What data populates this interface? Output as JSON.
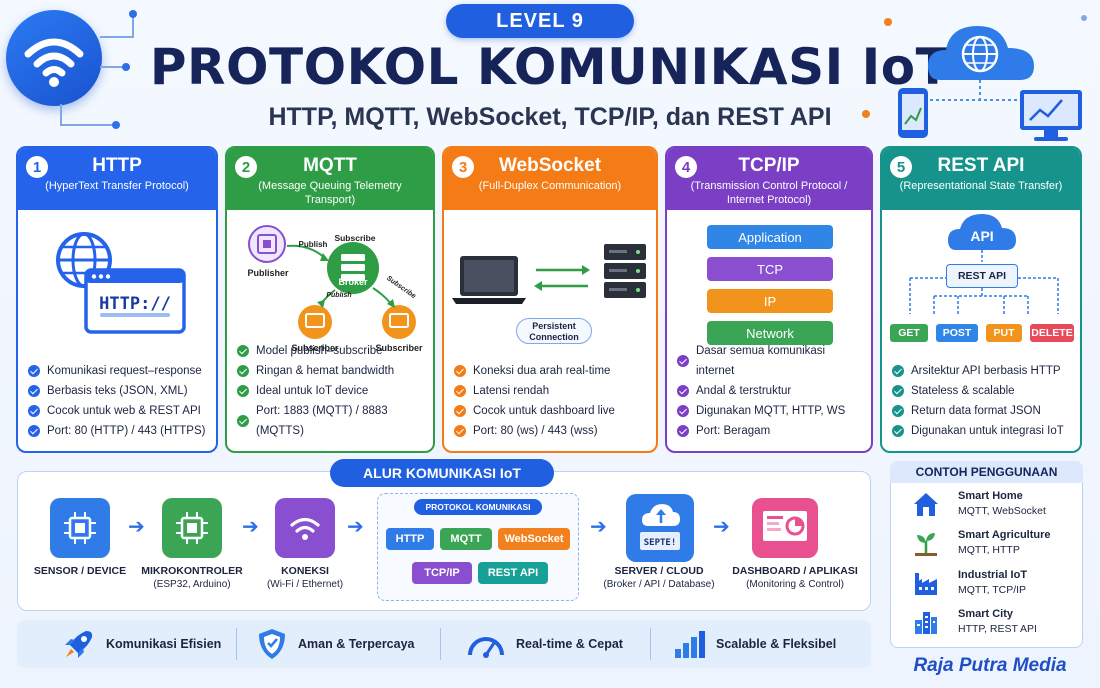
{
  "header": {
    "level": "LEVEL 9",
    "title": "PROTOKOL KOMUNIKASI IoT",
    "subtitle": "HTTP, MQTT, WebSocket, TCP/IP, dan REST API"
  },
  "cards": [
    {
      "num": "1",
      "title": "HTTP",
      "subtitle": "(HyperText Transfer Protocol)",
      "color": "#2563eb",
      "art_label": "HTTP://",
      "points": [
        "Komunikasi request–response",
        "Berbasis teks (JSON, XML)",
        "Cocok untuk web & REST API",
        "Port: 80 (HTTP) / 443 (HTTPS)"
      ]
    },
    {
      "num": "2",
      "title": "MQTT",
      "subtitle": "(Message Queuing Telemetry Transport)",
      "color": "#2e9d46",
      "art": {
        "publisher": "Publisher",
        "publish": "Publish",
        "subscribe": "Subscribe",
        "broker": "Broker",
        "subscriber_a": "Subscriber",
        "subscriber_b": "Subscriber",
        "arrow_a": "Publish",
        "arrow_b": "Subscribe"
      },
      "points": [
        "Model publish–subscribe",
        "Ringan & hemat bandwidth",
        "Ideal untuk IoT device",
        "Port: 1883 (MQTT) / 8883 (MQTTS)"
      ]
    },
    {
      "num": "3",
      "title": "WebSocket",
      "subtitle": "(Full-Duplex Communication)",
      "color": "#f47b16",
      "art_label": "Persistent Connection",
      "points": [
        "Koneksi dua arah real-time",
        "Latensi rendah",
        "Cocok untuk dashboard live",
        "Port: 80 (ws) / 443 (wss)"
      ]
    },
    {
      "num": "4",
      "title": "TCP/IP",
      "subtitle": "(Transmission Control Protocol / Internet Protocol)",
      "color": "#7a3fc4",
      "layers": [
        {
          "name": "Application",
          "color": "#2f86e6"
        },
        {
          "name": "TCP",
          "color": "#8a4fd0"
        },
        {
          "name": "IP",
          "color": "#f2941c"
        },
        {
          "name": "Network",
          "color": "#3aa655"
        }
      ],
      "points": [
        "Dasar semua komunikasi internet",
        "Andal & terstruktur",
        "Digunakan MQTT, HTTP, WS",
        "Port: Beragam"
      ]
    },
    {
      "num": "5",
      "title": "REST API",
      "subtitle": "(Representational State Transfer)",
      "color": "#16948c",
      "art": {
        "api": "API",
        "rest": "REST API",
        "methods": [
          {
            "name": "GET",
            "color": "#3aa655"
          },
          {
            "name": "POST",
            "color": "#2f86e6"
          },
          {
            "name": "PUT",
            "color": "#f2941c"
          },
          {
            "name": "DELETE",
            "color": "#e84a5a"
          }
        ]
      },
      "points": [
        "Arsitektur API berbasis HTTP",
        "Stateless & scalable",
        "Return data format JSON",
        "Digunakan untuk integrasi IoT"
      ]
    }
  ],
  "flow": {
    "title": "ALUR KOMUNIKASI IoT",
    "steps": [
      {
        "label": "SENSOR / DEVICE",
        "sub": "",
        "color": "#2f7be8",
        "icon": "chip-icon"
      },
      {
        "label": "MIKROKONTROLER",
        "sub": "(ESP32, Arduino)",
        "color": "#3aa655",
        "icon": "microcontroller-icon"
      },
      {
        "label": "KONEKSI",
        "sub": "(Wi-Fi / Ethernet)",
        "color": "#8a4fd0",
        "icon": "wifi-icon"
      },
      {
        "label": "SERVER / CLOUD",
        "sub": "(Broker / API / Database)",
        "color": "#2f7be8",
        "icon": "cloud-server-icon",
        "art_text": "SEPTE!"
      },
      {
        "label": "DASHBOARD / APLIKASI",
        "sub": "(Monitoring & Control)",
        "color": "#e8508f",
        "icon": "dashboard-icon"
      }
    ],
    "protocols_title": "PROTOKOL KOMUNIKASI",
    "protocols": [
      {
        "name": "HTTP",
        "color": "#2f7be8"
      },
      {
        "name": "MQTT",
        "color": "#3aa655"
      },
      {
        "name": "WebSocket",
        "color": "#f2801c"
      },
      {
        "name": "TCP/IP",
        "color": "#8a4fd0"
      },
      {
        "name": "REST API",
        "color": "#16a097"
      }
    ]
  },
  "features": [
    {
      "label": "Komunikasi Efisien",
      "icon": "rocket-icon"
    },
    {
      "label": "Aman & Terpercaya",
      "icon": "shield-icon"
    },
    {
      "label": "Real-time & Cepat",
      "icon": "speedometer-icon"
    },
    {
      "label": "Scalable & Fleksibel",
      "icon": "bar-chart-icon"
    }
  ],
  "usage": {
    "title": "CONTOH PENGGUNAAN",
    "items": [
      {
        "name": "Smart Home",
        "protocols": "MQTT, WebSocket",
        "icon": "house-icon"
      },
      {
        "name": "Smart Agriculture",
        "protocols": "MQTT, HTTP",
        "icon": "plant-icon"
      },
      {
        "name": "Industrial IoT",
        "protocols": "MQTT, TCP/IP",
        "icon": "factory-icon"
      },
      {
        "name": "Smart City",
        "protocols": "HTTP, REST API",
        "icon": "city-icon"
      }
    ]
  },
  "brand": "Raja Putra Media",
  "colors": {
    "primary": "#1f5fe0",
    "title": "#16245a"
  }
}
